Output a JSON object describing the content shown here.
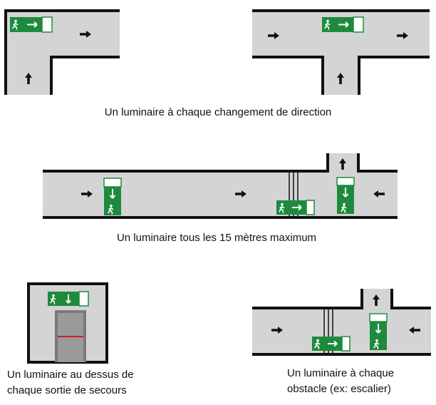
{
  "colors": {
    "floor": "#d4d4d4",
    "wall": "#111111",
    "sign_green": "#1e8a3c",
    "sign_white": "#ffffff",
    "arrow": "#111111",
    "door_frame": "#7a7a7a",
    "door_leaf": "#9a9a9a",
    "threshold": "#cc1f1f"
  },
  "icons": {
    "exit_sign": "running-man-exit-sign",
    "direction": "black-arrow"
  },
  "captions": {
    "direction_change": "Un luminaire à chaque changement de direction",
    "every_15m": "Un luminaire tous les 15 mètres maximum",
    "above_exit_line1": "Un luminaire au dessus de",
    "above_exit_line2": "chaque sortie de secours",
    "obstacle_line1": "Un luminaire à chaque",
    "obstacle_line2": "obstacle (ex: escalier)"
  }
}
